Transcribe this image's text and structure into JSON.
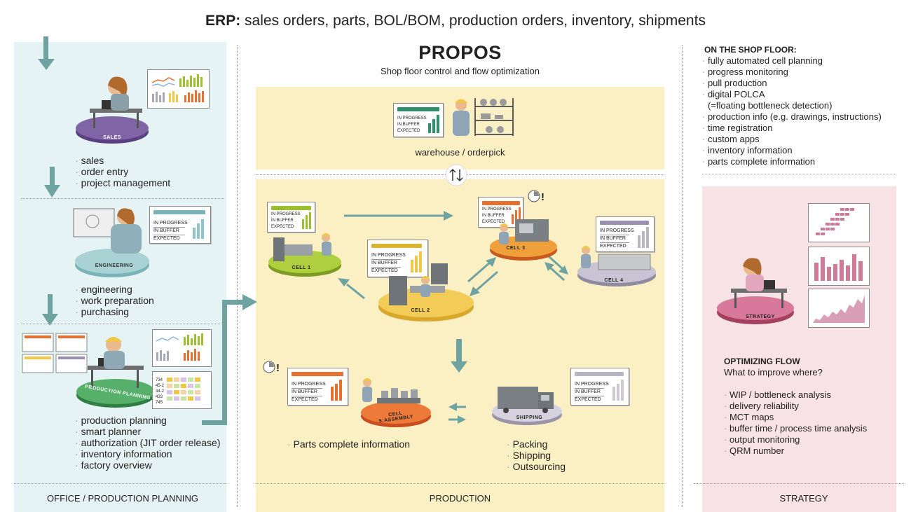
{
  "header": {
    "erp_bold": "ERP:",
    "erp_rest": " sales orders, parts, BOL/BOM, production orders, inventory, shipments"
  },
  "center": {
    "title": "PROPOS",
    "subtitle": "Shop floor control and flow optimization"
  },
  "left": {
    "sales": {
      "platform": "SALES",
      "items": [
        "sales",
        "order entry",
        "project management"
      ]
    },
    "engineering": {
      "platform": "ENGINEERING",
      "items": [
        "engineering",
        "work preparation",
        "purchasing"
      ]
    },
    "planning": {
      "platform": "PRODUCTION PLANNING",
      "items": [
        "production planning",
        "smart planner",
        "authorization (JIT order release)",
        "inventory information",
        "factory overview"
      ]
    },
    "footer": "OFFICE / PRODUCTION PLANNING"
  },
  "status_card": {
    "line1": "IN PROGRESS",
    "line2": "IN BUFFER",
    "line3": "EXPECTED"
  },
  "warehouse": {
    "caption": "warehouse / orderpick"
  },
  "cells": {
    "cell1": "CELL 1",
    "cell2": "CELL 2",
    "cell3": "CELL 3",
    "cell4": "CELL 4",
    "assembly": "CELL 5:ASSEMBLY",
    "shipping": "SHIPPING"
  },
  "production": {
    "parts_item": "Parts complete information",
    "shipping_items": [
      "Packing",
      "Shipping",
      "Outsourcing"
    ],
    "footer": "PRODUCTION"
  },
  "planning_board": {
    "rows": [
      "734",
      "45-2",
      "34-2",
      "433",
      "745"
    ]
  },
  "shop_floor": {
    "heading": "ON THE SHOP FLOOR:",
    "items": [
      "fully automated cell planning",
      "progress monitoring",
      "pull production",
      "digital POLCA",
      "(=floating bottleneck detection)",
      "production info (e.g. drawings, instructions)",
      "time registration",
      "custom apps",
      "inventory information",
      "parts complete information"
    ]
  },
  "strategy": {
    "platform": "STRATEGY",
    "heading": "OPTIMIZING FLOW",
    "subheading": "What to improve where?",
    "items": [
      "WIP / bottleneck analysis",
      "delivery reliability",
      "MCT maps",
      "buffer time / process time analysis",
      "output monitoring",
      "QRM number"
    ],
    "footer": "STRATEGY"
  },
  "colors": {
    "teal_arrow": "#6fa3a2",
    "cell_green": "#9cbf2f",
    "cell_yellow": "#f0c845",
    "cell_orange": "#e8702e",
    "cell_grey": "#b9b6c4",
    "sales_purple": "#6b4f8e",
    "planning_green": "#3e9b5a",
    "strategy_pink": "#c65a7c"
  }
}
